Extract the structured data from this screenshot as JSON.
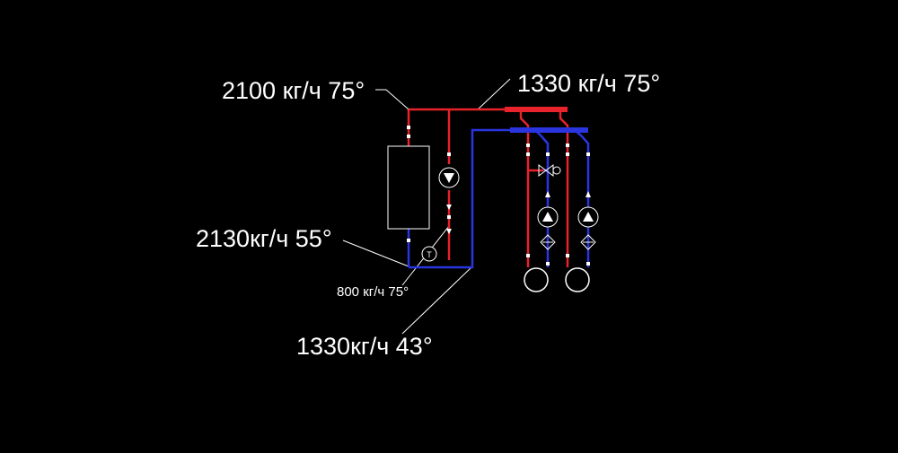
{
  "labels": {
    "supply_total": "2100 кг/ч 75°",
    "supply_branch": "1330 кг/ч 75°",
    "return_total": "2130кг/ч 55°",
    "bypass": "800 кг/ч 75°",
    "return_branch": "1330кг/ч 43°"
  },
  "symbols": {
    "thermometer_letter": "T"
  },
  "colors": {
    "background": "#000000",
    "supply": "#e8232b",
    "return": "#2a35e0",
    "linework": "#ffffff"
  }
}
